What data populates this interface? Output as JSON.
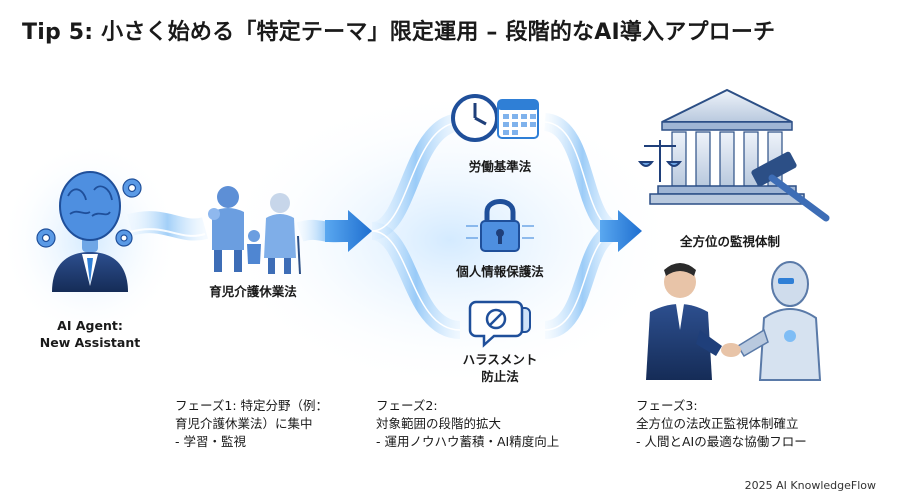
{
  "title": "Tip 5: 小さく始める「特定テーマ」限定運用 – 段階的なAI導入アプローチ",
  "agent": {
    "line1": "AI Agent:",
    "line2": "New Assistant"
  },
  "family_label": "育児介護休業法",
  "laws": [
    {
      "label": "労働基準法"
    },
    {
      "label": "個人情報保護法"
    },
    {
      "label": "ハラスメント",
      "label2": "防止法"
    }
  ],
  "monitor_label": "全方位の監視体制",
  "phases": [
    {
      "lines": [
        "フェーズ1: 特定分野（例：",
        "育児介護休業法）に集中",
        "- 学習・監視"
      ]
    },
    {
      "lines": [
        "フェーズ2:",
        "対象範囲の段階的拡大",
        "- 運用ノウハウ蓄積・AI精度向上"
      ]
    },
    {
      "lines": [
        "フェーズ3:",
        "全方位の法改正監視体制確立",
        "- 人間とAIの最適な協働フロー"
      ]
    }
  ],
  "footer": "2025 AI KnowledgeFlow",
  "icons": [
    "brain-head-icon",
    "gear-icon",
    "family-icon",
    "clock-icon",
    "calendar-icon",
    "padlock-icon",
    "speech-bubble-icon",
    "courthouse-icon",
    "scales-icon",
    "gavel-icon",
    "handshake-icon",
    "robot-icon"
  ],
  "colors": {
    "accent": "#2f7fd6",
    "glow": "#9fd0ff",
    "navy": "#1f3f7a"
  }
}
